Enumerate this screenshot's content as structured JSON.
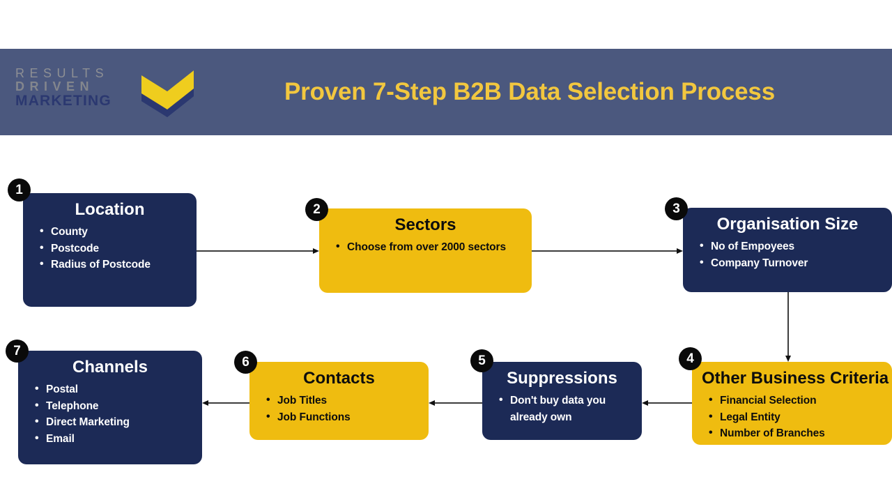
{
  "header": {
    "title": "Proven 7-Step B2B Data Selection Process",
    "band_color": "#4b587e",
    "title_color": "#f2c73f",
    "logo": {
      "line1": "RESULTS",
      "line2": "DRIVEN",
      "line3": "MARKETING",
      "mark_name": "chevron-check-logo-mark",
      "mark_top_color": "#efcd1e",
      "mark_bottom_color": "#2b3870"
    }
  },
  "diagram": {
    "type": "flow",
    "navy_color": "#1c2a56",
    "gold_color": "#efbc10",
    "badge_color": "#0a0a0a",
    "steps": [
      {
        "number": "1",
        "title": "Location",
        "style": "navy",
        "items": [
          "County",
          "Postcode",
          "Radius of Postcode"
        ]
      },
      {
        "number": "2",
        "title": "Sectors",
        "style": "gold",
        "items": [
          "Choose from over 2000 sectors"
        ]
      },
      {
        "number": "3",
        "title": "Organisation Size",
        "style": "navy",
        "items": [
          "No of Empoyees",
          "Company Turnover"
        ]
      },
      {
        "number": "4",
        "title": "Other Business Criteria",
        "style": "gold",
        "items": [
          "Financial Selection",
          "Legal Entity",
          "Number of Branches"
        ]
      },
      {
        "number": "5",
        "title": "Suppressions",
        "style": "navy",
        "items": [
          "Don't buy data you already own"
        ]
      },
      {
        "number": "6",
        "title": "Contacts",
        "style": "gold",
        "items": [
          "Job Titles",
          "Job Functions"
        ]
      },
      {
        "number": "7",
        "title": "Channels",
        "style": "navy",
        "items": [
          "Postal",
          "Telephone",
          "Direct Marketing",
          "Email"
        ]
      }
    ],
    "connectors": [
      {
        "from": "1",
        "to": "2",
        "direction": "right"
      },
      {
        "from": "2",
        "to": "3",
        "direction": "right"
      },
      {
        "from": "3",
        "to": "4",
        "direction": "down"
      },
      {
        "from": "4",
        "to": "5",
        "direction": "left"
      },
      {
        "from": "5",
        "to": "6",
        "direction": "left"
      },
      {
        "from": "6",
        "to": "7",
        "direction": "left"
      }
    ]
  }
}
